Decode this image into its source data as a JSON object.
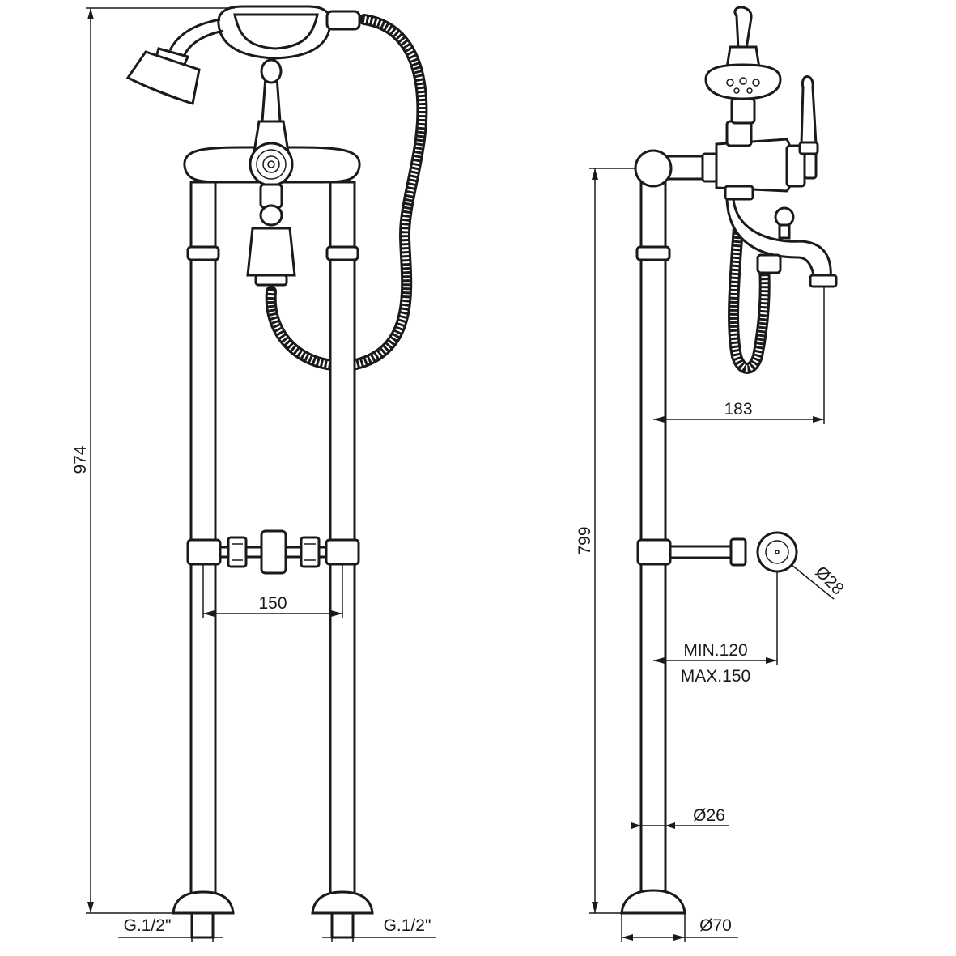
{
  "dimensions": {
    "total_height": "974",
    "inlet_spacing": "150",
    "inlet_left": "G.1/2\"",
    "inlet_right": "G.1/2\"",
    "spout_height": "799",
    "spout_reach": "183",
    "bracket_diameter": "Ø28",
    "wall_distance_min": "MIN.120",
    "wall_distance_max": "MAX.150",
    "pipe_diameter": "Ø26",
    "base_diameter": "Ø70"
  },
  "colors": {
    "line": "#1a1a1a",
    "background": "#ffffff"
  }
}
